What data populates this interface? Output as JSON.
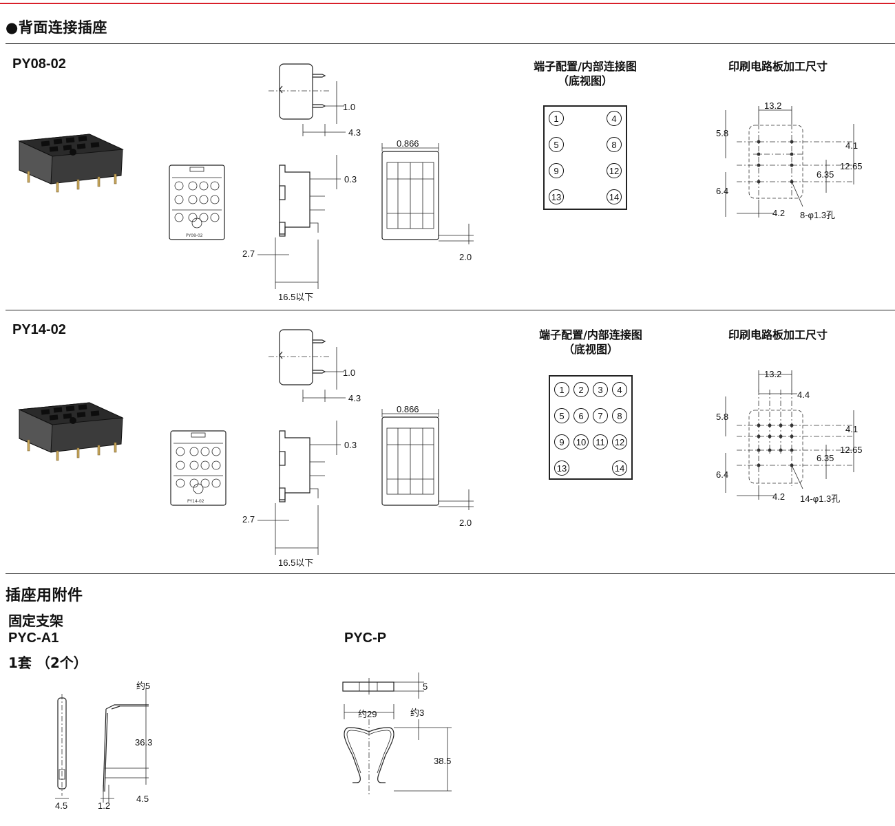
{
  "section_title": "●背面连接插座",
  "products": [
    {
      "model": "PY08-02",
      "dims": {
        "d1": "1.0",
        "d2": "4.3",
        "d3": "0.3",
        "d4": "2.7",
        "d5": "16.5以下",
        "d6": "0.866",
        "d7": "2.0"
      },
      "socket_label": "PY08-02",
      "terminal_header_line1": "端子配置/内部连接图",
      "terminal_header_line2": "（底视图）",
      "terminals": [
        "4",
        "8",
        "12",
        "14",
        "1",
        "5",
        "9",
        "13"
      ],
      "pcb_header": "印刷电路板加工尺寸",
      "pcb": {
        "w": "13.2",
        "a": "5.8",
        "b": "6.4",
        "c": "4.1",
        "d": "12.65",
        "e": "6.35",
        "f": "4.2",
        "holes": "8-φ1.3孔"
      }
    },
    {
      "model": "PY14-02",
      "dims": {
        "d1": "1.0",
        "d2": "4.3",
        "d3": "0.3",
        "d4": "2.7",
        "d5": "16.5以下",
        "d6": "0.866",
        "d7": "2.0"
      },
      "socket_label": "PY14-02",
      "terminal_header_line1": "端子配置/内部连接图",
      "terminal_header_line2": "（底视图）",
      "terminals": [
        "1",
        "2",
        "3",
        "4",
        "5",
        "6",
        "7",
        "8",
        "9",
        "10",
        "11",
        "12",
        "13",
        "14"
      ],
      "pcb_header": "印刷电路板加工尺寸",
      "pcb": {
        "w": "13.2",
        "x": "4.4",
        "a": "5.8",
        "b": "6.4",
        "c": "4.1",
        "d": "12.65",
        "e": "6.35",
        "f": "4.2",
        "holes": "14-φ1.3孔"
      }
    }
  ],
  "accessories": {
    "title": "插座用附件",
    "subtitle": "固定支架",
    "pyc_a1": {
      "model": "PYC-A1",
      "qty": "1套 （2个）",
      "d_top": "约5",
      "d_mid": "36.3",
      "d_w": "4.5",
      "d_t": "1.2",
      "d_h": "4.5"
    },
    "pyc_p": {
      "model": "PYC-P",
      "d_h": "5",
      "d_w": "约29",
      "d_r": "约3",
      "d_total": "38.5"
    }
  }
}
